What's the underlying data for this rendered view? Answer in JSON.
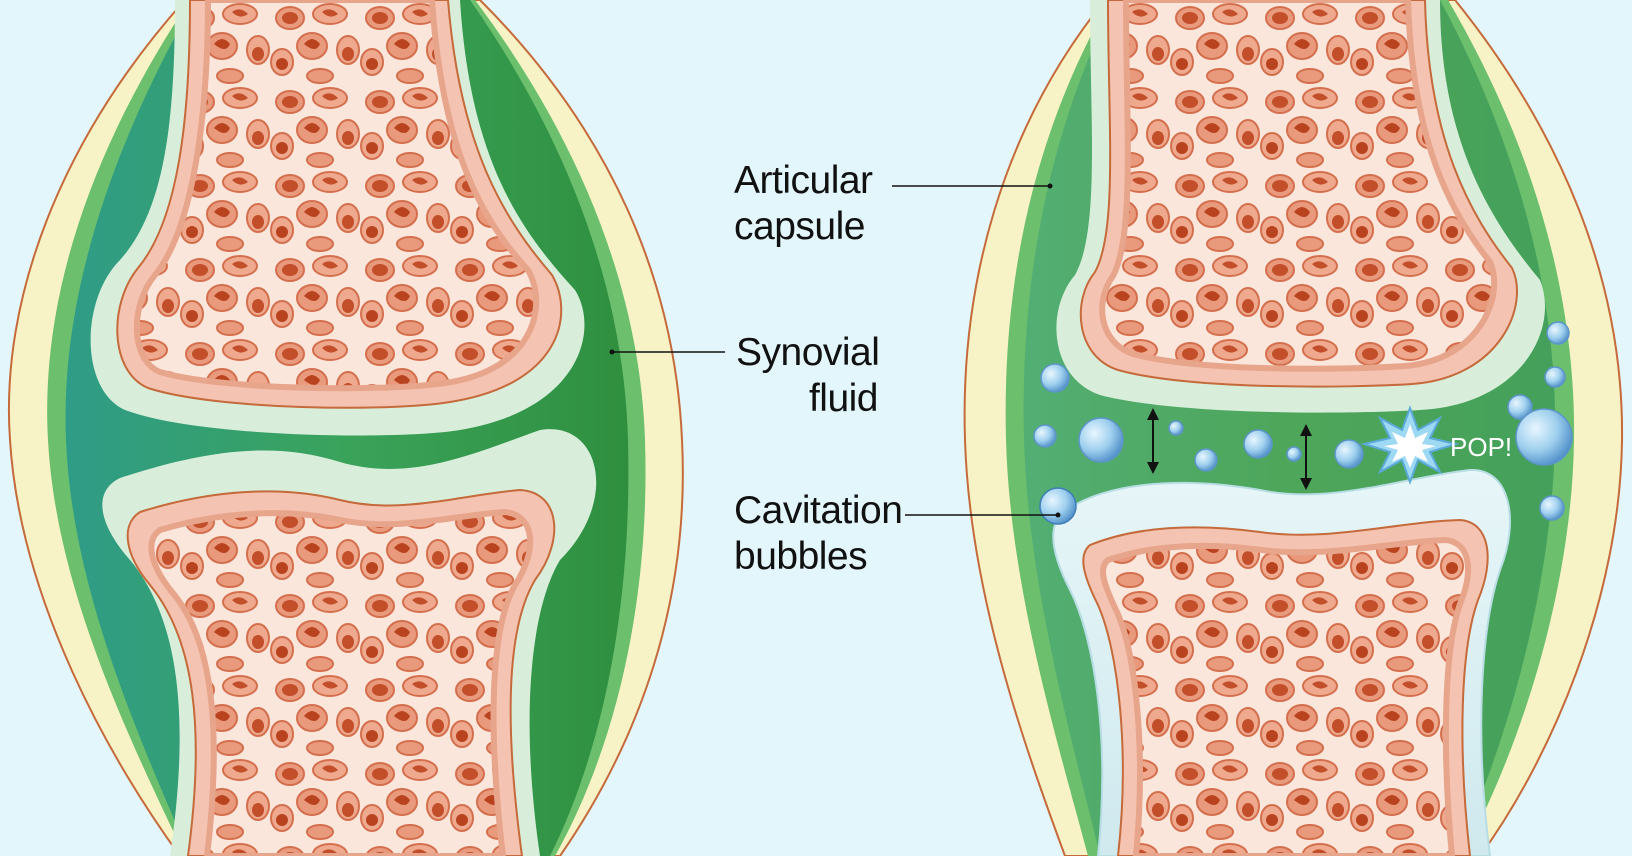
{
  "labels": {
    "articular_capsule": [
      "Articular",
      "capsule"
    ],
    "synovial_fluid": [
      "Synovial",
      "fluid"
    ],
    "cavitation_bubbles": [
      "Cavitation",
      "bubbles"
    ]
  },
  "pop_text": "POP!",
  "colors": {
    "background": "#e3f6fb",
    "capsule": "#f7f3c6",
    "capsule_outline": "#c56a3a",
    "synovial_fluid_dark": "#3a9a4e",
    "synovial_fluid_teal": "#3fa890",
    "cartilage": "#d9efdc",
    "bone_outer": "#f4c3b1",
    "bone_inner": "#fbe3d8",
    "bone_pores": "#c9542f",
    "bubble": "#9cd0ec"
  }
}
